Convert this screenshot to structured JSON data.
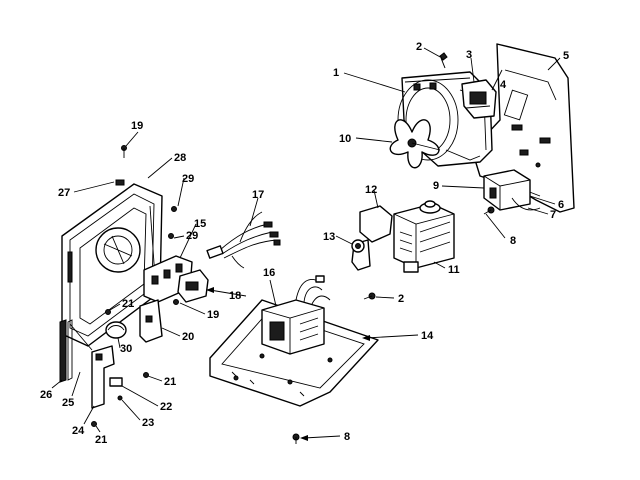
{
  "callouts": [
    {
      "id": "c1",
      "text": "1"
    },
    {
      "id": "c2a",
      "text": "2"
    },
    {
      "id": "c3",
      "text": "3"
    },
    {
      "id": "c4",
      "text": "4"
    },
    {
      "id": "c5",
      "text": "5"
    },
    {
      "id": "c10",
      "text": "10"
    },
    {
      "id": "c9",
      "text": "9"
    },
    {
      "id": "c6",
      "text": "6"
    },
    {
      "id": "c7",
      "text": "7"
    },
    {
      "id": "c8a",
      "text": "8"
    },
    {
      "id": "c12",
      "text": "12"
    },
    {
      "id": "c13",
      "text": "13"
    },
    {
      "id": "c11",
      "text": "11"
    },
    {
      "id": "c2b",
      "text": "2"
    },
    {
      "id": "c14",
      "text": "14"
    },
    {
      "id": "c16",
      "text": "16"
    },
    {
      "id": "c8b",
      "text": "8"
    },
    {
      "id": "c19a",
      "text": "19"
    },
    {
      "id": "c28",
      "text": "28"
    },
    {
      "id": "c27",
      "text": "27"
    },
    {
      "id": "c29a",
      "text": "29"
    },
    {
      "id": "c17",
      "text": "17"
    },
    {
      "id": "c15",
      "text": "15"
    },
    {
      "id": "c29b",
      "text": "29"
    },
    {
      "id": "c18",
      "text": "18"
    },
    {
      "id": "c19b",
      "text": "19"
    },
    {
      "id": "c21a",
      "text": "21"
    },
    {
      "id": "c20",
      "text": "20"
    },
    {
      "id": "c30",
      "text": "30"
    },
    {
      "id": "c21b",
      "text": "21"
    },
    {
      "id": "c26",
      "text": "26"
    },
    {
      "id": "c25",
      "text": "25"
    },
    {
      "id": "c22",
      "text": "22"
    },
    {
      "id": "c24",
      "text": "24"
    },
    {
      "id": "c23",
      "text": "23"
    },
    {
      "id": "c21c",
      "text": "21"
    }
  ]
}
